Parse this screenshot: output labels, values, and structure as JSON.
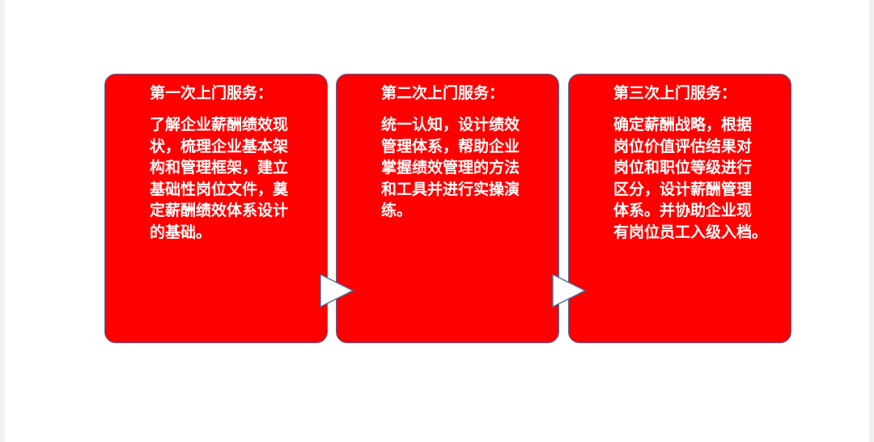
{
  "steps": [
    {
      "title": "第一次上门服务：",
      "body": "了解企业薪酬绩效现\n状，梳理企业基本架\n构和管理框架，建立\n基础性岗位文件，奠\n定薪酬绩效体系设计\n的基础。"
    },
    {
      "title": "第二次上门服务：",
      "body": "统一认知，设计绩效\n管理体系，帮助企业\n掌握绩效管理的方法\n和工具并进行实操演\n练。"
    },
    {
      "title": "第三次上门服务：",
      "body": "确定薪酬战略，根据\n岗位价值评估结果对\n岗位和职位等级进行\n区分，设计薪酬管理\n体系。并协助企业现\n有岗位员工入级入档。"
    }
  ],
  "colors": {
    "card_fill": "#ff0000",
    "card_border": "#4a6fa5",
    "text": "#ffffff",
    "arrow_fill": "#ffffff",
    "arrow_stroke": "#4a6fa5"
  }
}
